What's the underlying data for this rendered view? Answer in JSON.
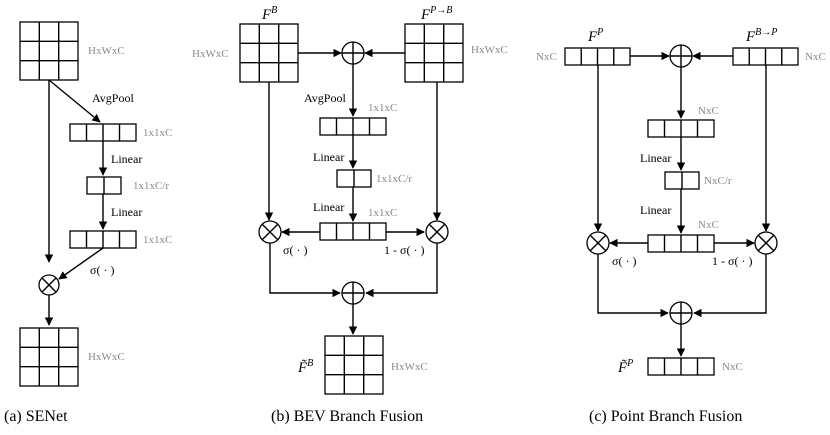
{
  "senet": {
    "caption": "(a) SENet",
    "input_shape": "HxWxC",
    "avgpool": "AvgPool",
    "pool_shape": "1x1xC",
    "linear1": "Linear",
    "reduced_shape": "1x1xC/r",
    "linear2": "Linear",
    "excite_shape": "1x1xC",
    "sigma": "σ( · )",
    "output_shape": "HxWxC"
  },
  "bev": {
    "caption": "(b) BEV Branch Fusion",
    "left_feat": "F",
    "left_feat_sup": "B",
    "right_feat": "F",
    "right_feat_sup": "P→B",
    "left_shape": "HxWxC",
    "right_shape": "HxWxC",
    "avgpool": "AvgPool",
    "pool_shape": "1x1xC",
    "linear1": "Linear",
    "reduced_shape": "1x1xC/r",
    "linear2": "Linear",
    "excite_shape": "1x1xC",
    "sigma_left": "σ( · )",
    "sigma_right": "1 - σ( · )",
    "out_feat": "F̃",
    "out_feat_sup": "B",
    "out_shape": "HxWxC"
  },
  "point": {
    "caption": "(c) Point Branch Fusion",
    "left_feat": "F",
    "left_feat_sup": "P",
    "right_feat": "F",
    "right_feat_sup": "B→P",
    "left_shape": "NxC",
    "right_shape": "NxC",
    "pool_shape": "NxC",
    "linear1": "Linear",
    "reduced_shape": "NxC/r",
    "linear2": "Linear",
    "excite_shape": "NxC",
    "sigma_left": "σ( · )",
    "sigma_right": "1 - σ( · )",
    "out_feat": "F̃",
    "out_feat_sup": "P",
    "out_shape": "NxC"
  }
}
